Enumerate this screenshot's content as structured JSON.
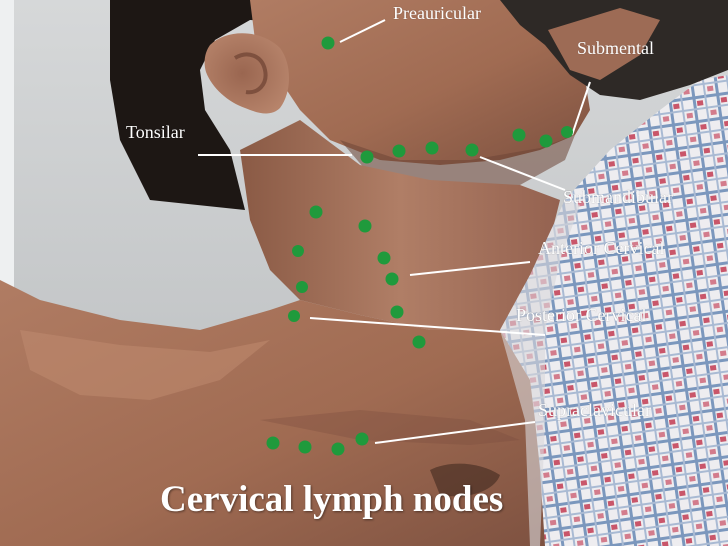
{
  "title": "Cervical lymph nodes",
  "labels": {
    "preauricular": "Preauricular",
    "submental": "Submental",
    "tonsilar": "Tonsilar",
    "submandibular": "Submandibular",
    "anterior_cervical": "Anterior Cervical",
    "posterior_cervical": "Posterior Cervical",
    "supraclavicular": "Supraclavicular"
  },
  "colors": {
    "node_marker": "#1f9a3c",
    "label_text": "#ffffff",
    "skin": "#a9765e",
    "background_wall": "#cfd2d4",
    "hair": "#1d1714",
    "gown_base": "#ecebee",
    "gown_blue": "#6d8fb8",
    "gown_red": "#c0495d"
  }
}
